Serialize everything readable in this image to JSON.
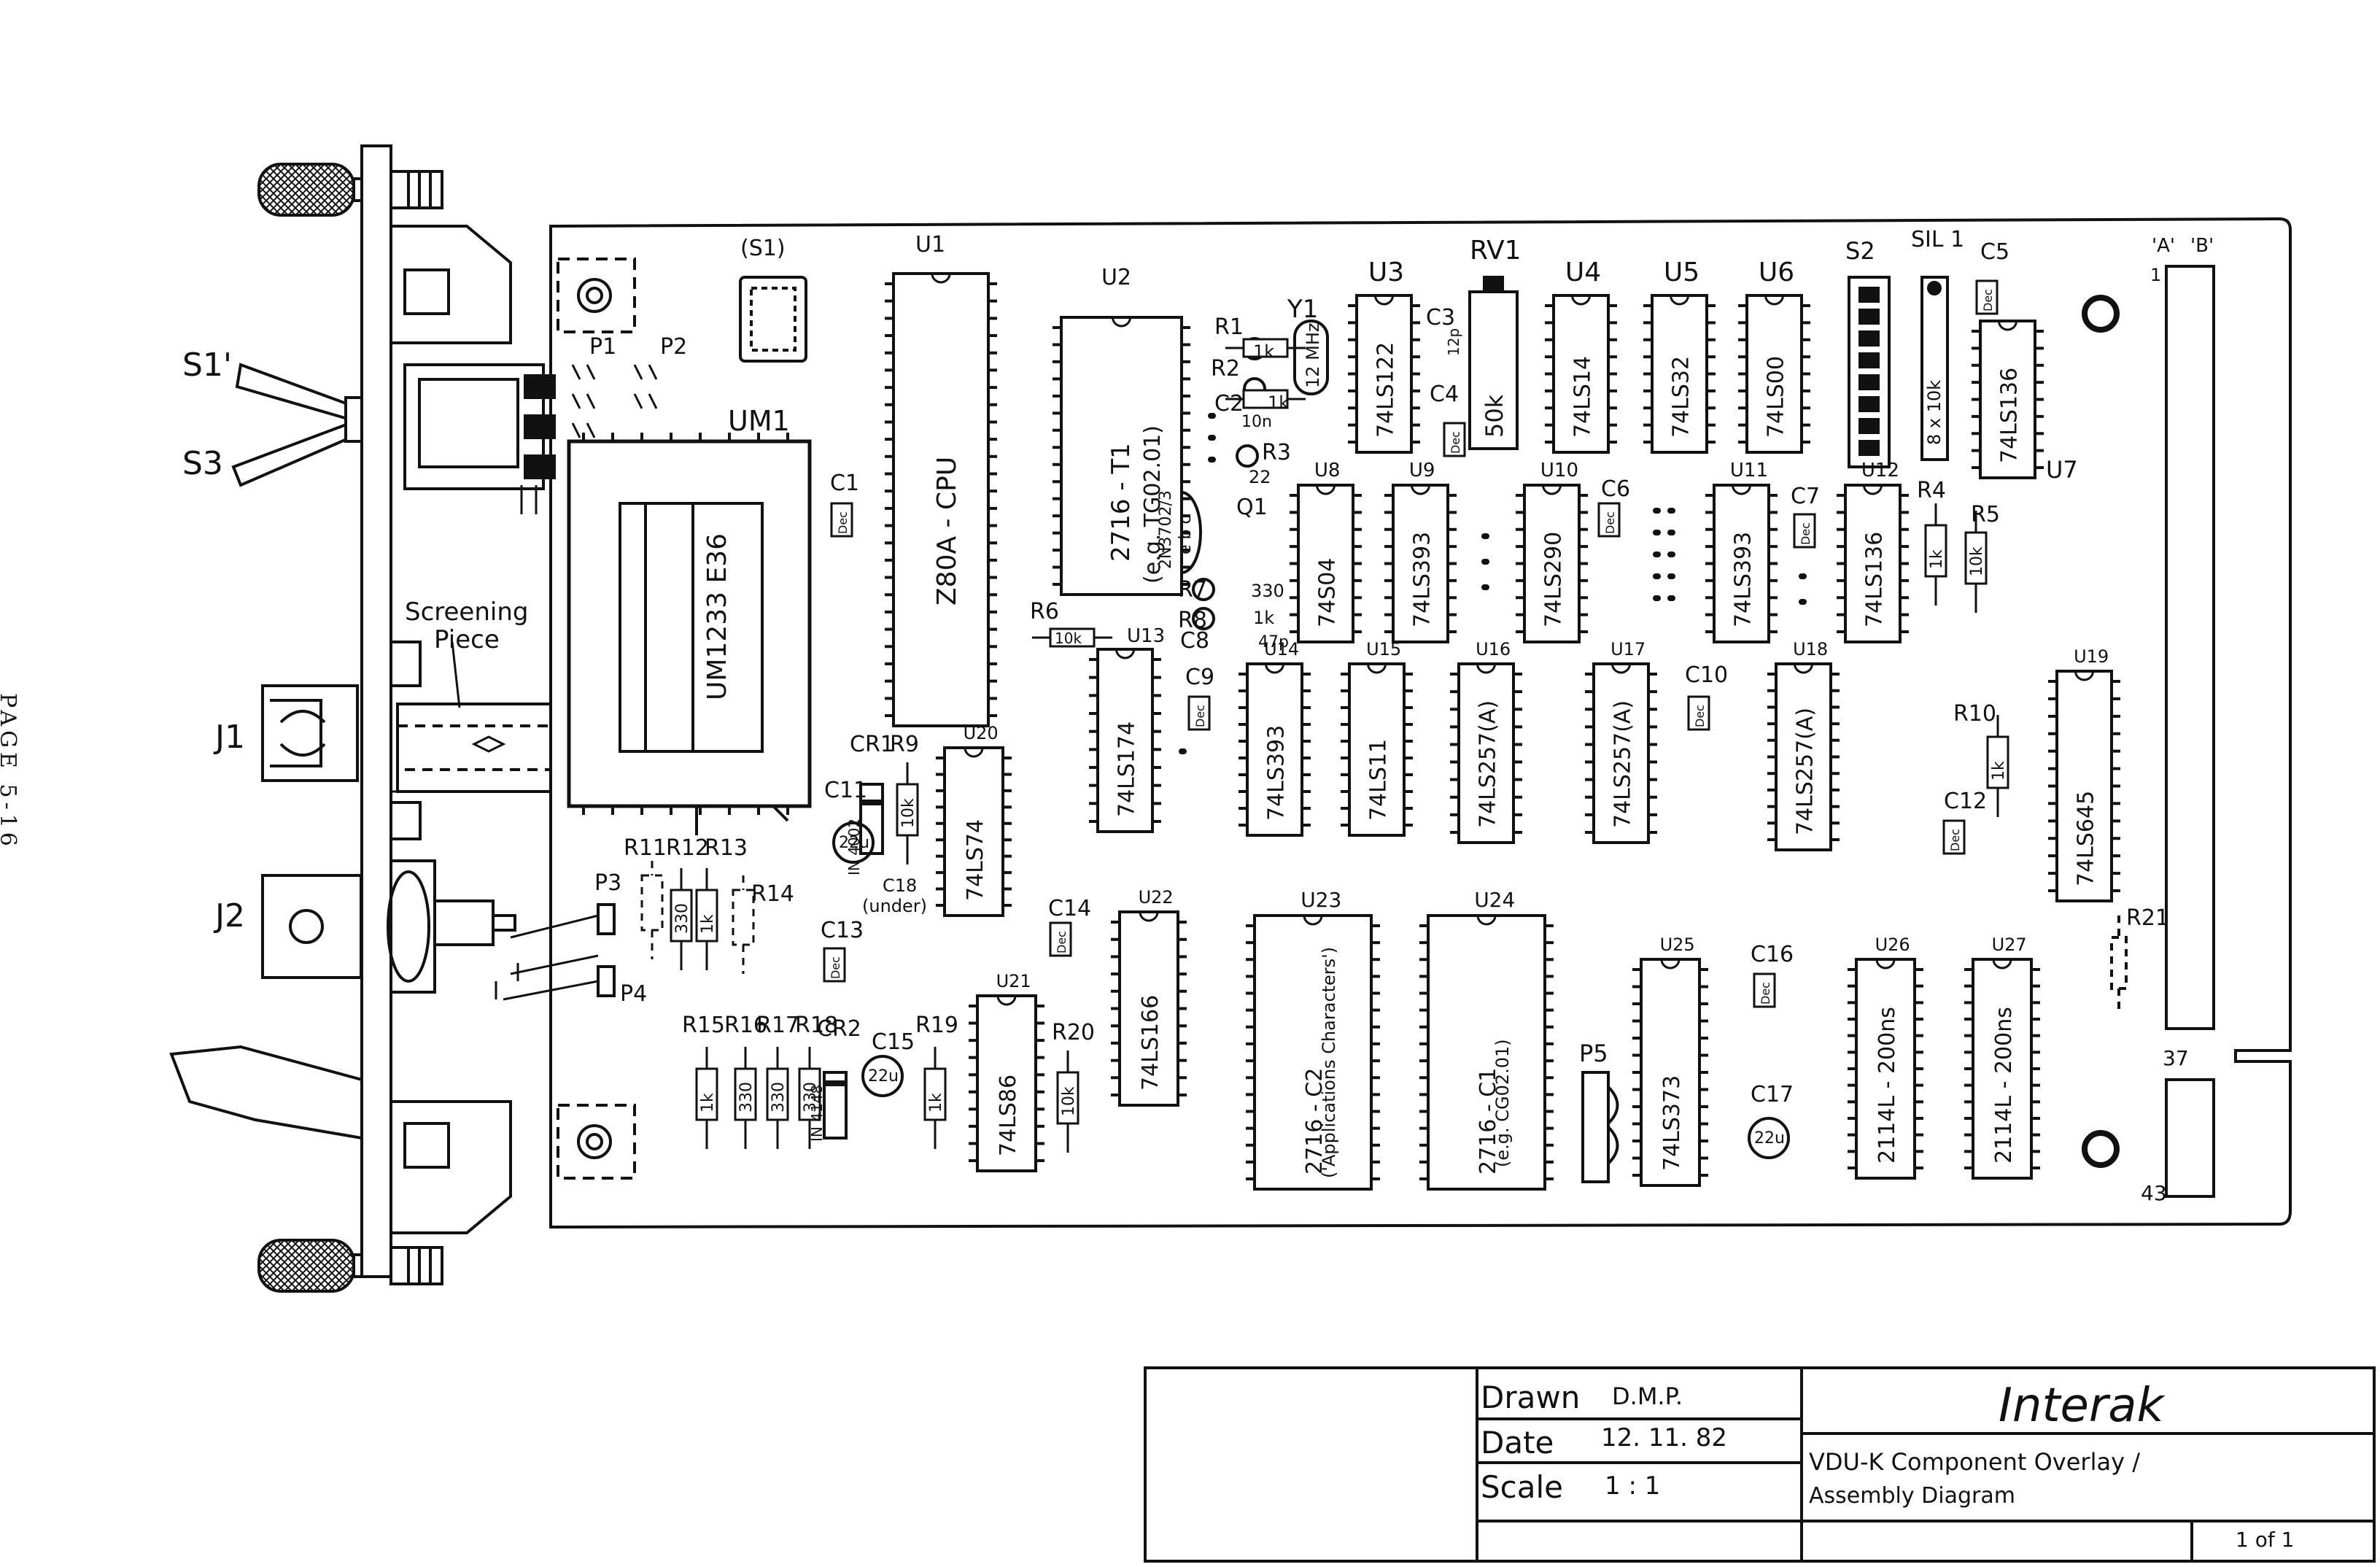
{
  "page_label": "PAGE 5-16",
  "panel_labels": {
    "s1_prime": "S1'",
    "s3": "S3",
    "j1": "J1",
    "j2": "J2",
    "screening_1": "Screening",
    "screening_2": "Piece"
  },
  "components": {
    "s1_socket": "(S1)",
    "u1_name": "U1",
    "u1_part": "Z80A - CPU",
    "u2_name": "U2",
    "u2_part1": "2716 - T1",
    "u2_part2": "(e.g. TG02.01)",
    "um1_name": "UM1",
    "um1_part": "UM1233 E36",
    "p1": "P1",
    "p2": "P2",
    "p3": "P3",
    "p4": "P4",
    "p5": "P5",
    "c1": "C1",
    "c2": "C2",
    "c3": "C3",
    "c4": "C4",
    "c5": "C5",
    "c6": "C6",
    "c7": "C7",
    "c8": "C8",
    "c9": "C9",
    "c10": "C10",
    "c11": "C11",
    "c12": "C12",
    "c13": "C13",
    "c14": "C14",
    "c15": "C15",
    "c16": "C16",
    "c17": "C17",
    "c18": "C18",
    "c18_note": "(under)",
    "dec": "Dec",
    "r1": "R1",
    "r2": "R2",
    "r3": "R3",
    "r4": "R4",
    "r5": "R5",
    "r6": "R6",
    "r7": "R7",
    "r8": "R8",
    "r9": "R9",
    "r10": "R10",
    "r11": "R11",
    "r12": "R12",
    "r13": "R13",
    "r14": "R14",
    "r15": "R15",
    "r16": "R16",
    "r17": "R17",
    "r18": "R18",
    "r19": "R19",
    "r20": "R20",
    "r21": "R21",
    "y1": "Y1",
    "y1_val": "12 MHz",
    "q1": "Q1",
    "q1_part": "2N3702/3",
    "rv1_name": "RV1",
    "rv1_val": "50k",
    "cr1": "CR1",
    "cr2": "CR2",
    "diode_part": "IN 4002",
    "diode_part2": "IN 4148",
    "u3": "U3",
    "u3_part": "74LS122",
    "u4": "U4",
    "u4_part": "74LS14",
    "u5": "U5",
    "u5_part": "74LS32",
    "u6": "U6",
    "u6_part": "74LS00",
    "u7": "U7",
    "u7_part": "74LS136",
    "u8": "U8",
    "u8_part": "74S04",
    "u9": "U9",
    "u9_part": "74LS393",
    "u10": "U10",
    "u10_part": "74LS290",
    "u11": "U11",
    "u11_part": "74LS393",
    "u12": "U12",
    "u12_part": "74LS136",
    "u13": "U13",
    "u13_part": "74LS174",
    "u14": "U14",
    "u14_part": "74LS393",
    "u15": "U15",
    "u15_part": "74LS11",
    "u16": "U16",
    "u16_part": "74LS257(A)",
    "u17": "U17",
    "u17_part": "74LS257(A)",
    "u18": "U18",
    "u18_part": "74LS257(A)",
    "u19": "U19",
    "u19_part": "74LS645",
    "u20": "U20",
    "u20_part": "74LS74",
    "u21": "U21",
    "u21_part": "74LS86",
    "u22": "U22",
    "u22_part": "74LS166",
    "u23": "U23",
    "u23_part1": "2716 - C2",
    "u23_part2": "('Applications Characters')",
    "u24": "U24",
    "u24_part1": "2716 - C1",
    "u24_part2": "(e.g. CG02.01)",
    "u25": "U25",
    "u25_part": "74LS373",
    "u26": "U26",
    "u26_part": "2114L - 200ns",
    "u27": "U27",
    "u27_part": "2114L - 200ns",
    "s2": "S2",
    "sil1": "SIL 1",
    "sil1_val": "8 x 10k",
    "val_1k": "1k",
    "val_10k": "10k",
    "val_330": "330",
    "val_10n": "10n",
    "val_12p": "12p",
    "val_47p": "47p",
    "val_22": "22",
    "val_22u": "22u",
    "r7_val": "330",
    "r8_val": "1k",
    "q1_pins": "e b c",
    "edge_a": "'A'",
    "edge_b": "'B'",
    "edge_1": "1",
    "edge_37": "37",
    "edge_43": "43"
  },
  "title_block": {
    "drawn_label": "Drawn",
    "drawn_value": "D.M.P.",
    "date_label": "Date",
    "date_value": "12. 11. 82",
    "scale_label": "Scale",
    "scale_value": "1 : 1",
    "company": "Interak",
    "title_line1": "VDU-K Component Overlay /",
    "title_line2": "Assembly Diagram",
    "sheet": "1 of 1"
  }
}
